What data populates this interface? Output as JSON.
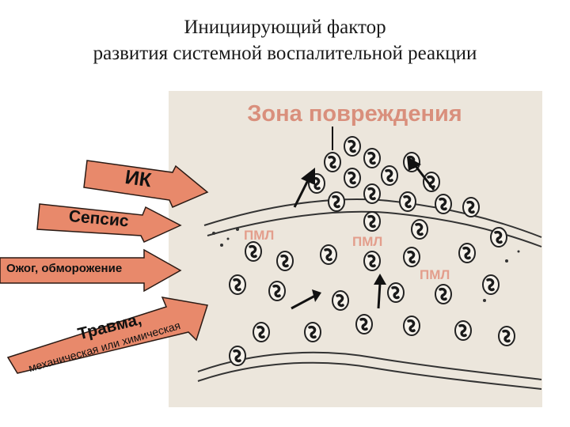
{
  "title": {
    "line1": "Инициирующий фактор",
    "line2": "развития системной воспалительной реакции"
  },
  "panel": {
    "zone_label": "Зона повреждения",
    "cell_label_1": "ПМЛ",
    "cell_label_2": "ПМЛ",
    "cell_label_3": "ПМЛ"
  },
  "arrows": [
    {
      "label": "ИК"
    },
    {
      "label": "Сепсис"
    },
    {
      "label": "Ожог, обморожение"
    },
    {
      "label_line1": "Травма,",
      "label_line2": "механическая или химическая"
    }
  ],
  "colors": {
    "arrow_fill": "#e8896b",
    "panel_bg": "#ece6dc",
    "zone_label": "#d98f7c",
    "cell_label": "#e39e8c"
  }
}
